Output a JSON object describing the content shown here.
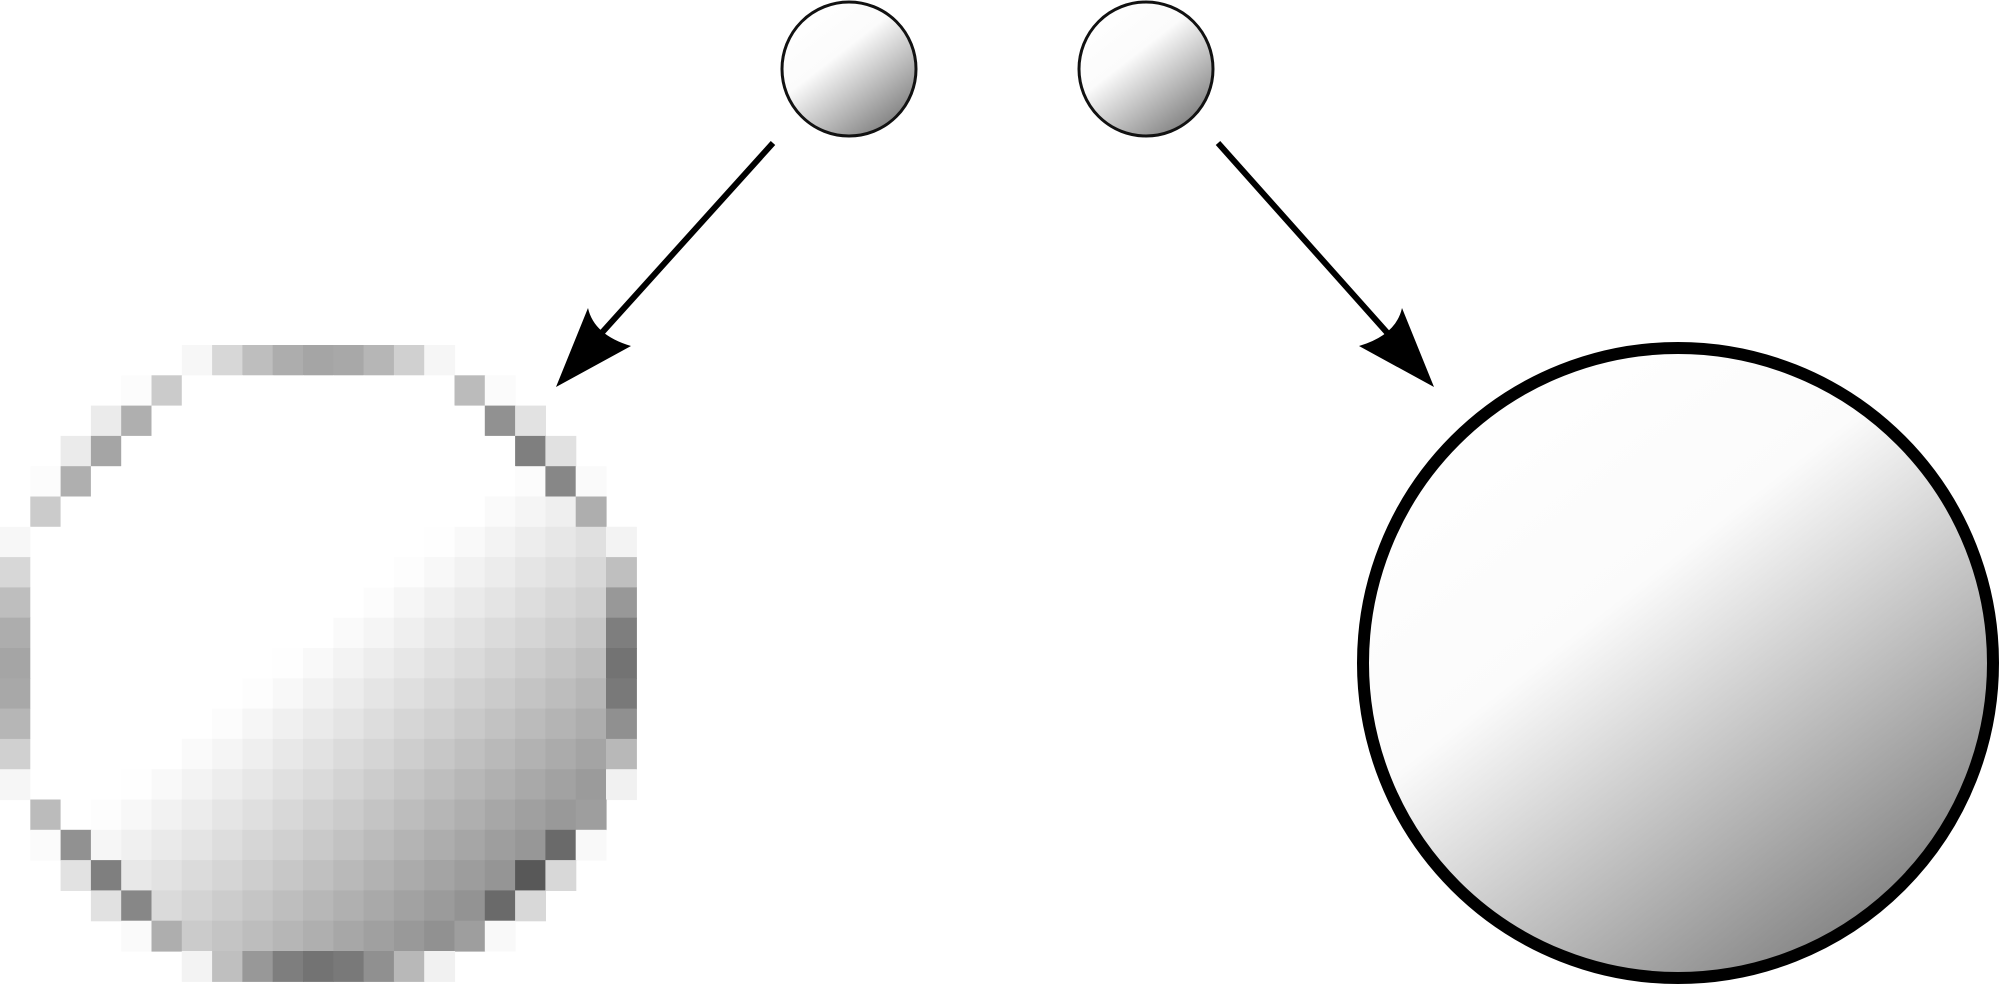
{
  "diagram": {
    "type": "raster-vs-vector-scaling",
    "source_shape": "circle with diagonal white-to-gray gradient",
    "colors": {
      "background": "#ffffff",
      "outline": "#000000",
      "gradient_light": "#ffffff",
      "gradient_dark": "#7a7a7a"
    },
    "panels": [
      {
        "id": "raster",
        "result": "pixelated",
        "icon": "pixelated-circle"
      },
      {
        "id": "vector",
        "result": "smooth",
        "icon": "smooth-circle"
      }
    ]
  }
}
